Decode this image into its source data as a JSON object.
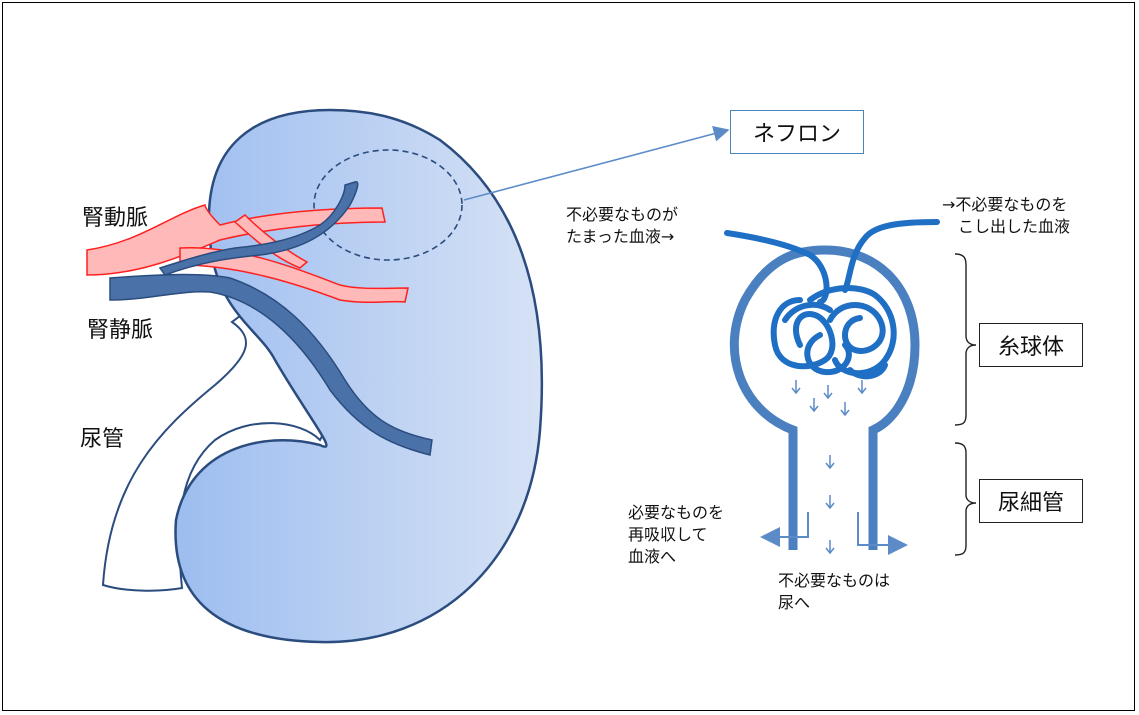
{
  "labels": {
    "renal_artery": "腎動脈",
    "renal_vein": "腎静脈",
    "ureter": "尿管",
    "nephron": "ネフロン",
    "glomerulus": "糸球体",
    "tubule": "尿細管",
    "dirty_blood": "不必要なものが\nたまった血液→",
    "clean_blood": "→不必要なものを\n　こし出した血液",
    "reabsorb": "必要なものを\n再吸収して\n血液へ",
    "to_urine": "不必要なものは\n尿へ"
  },
  "colors": {
    "kidney_gradient_start": "#9dbdf0",
    "kidney_gradient_end": "#d6e2f5",
    "outline": "#2b4c7e",
    "artery": "#ffb9b9",
    "artery_stroke": "#ff2020",
    "vein": "#4a72a8",
    "capillary": "#1f6fc5",
    "capsule": "#4a7fc0",
    "arrow": "#5b8cc8"
  }
}
